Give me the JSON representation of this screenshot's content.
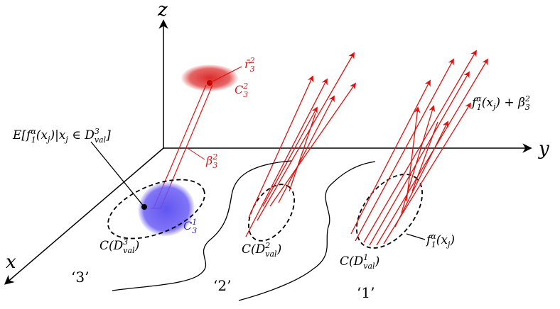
{
  "colors": {
    "vector": "#e01010",
    "cluster_red": "#dc3232",
    "cluster_blue": "#5a4cf0",
    "axis": "#000000",
    "label_red": "#d21a1a",
    "label_blue": "#2a20d8"
  },
  "axes": {
    "x": "x",
    "y": "y",
    "z": "z"
  },
  "labels": {
    "expectation": {
      "main": "E[f",
      "sup": "α",
      "sub1": "1",
      "rest": "(x",
      "j": "j",
      "mid": ")|x",
      "j2": "j",
      "in": " ∈ D",
      "sup3": "3",
      "val": "val",
      "close": "]"
    },
    "r32": {
      "main": "r̄",
      "sup": "2",
      "sub": "3"
    },
    "C32": {
      "main": "C",
      "sup": "2",
      "sub": "3"
    },
    "beta32": {
      "main": "β",
      "sup": "2",
      "sub": "3"
    },
    "C31": {
      "main": "C",
      "sup": "1",
      "sub": "3"
    },
    "f_plus_beta": {
      "f": "f",
      "sup": "α",
      "sub": "1",
      "rest": "(x",
      "j": "j",
      "plus": ") + β",
      "bsup": "2",
      "bsub": "3"
    },
    "f_xj": {
      "f": "f",
      "sup": "α",
      "sub": "1",
      "rest": "(x",
      "j": "j",
      "close": ")"
    },
    "CD3": {
      "main": "C(D",
      "sup": "3",
      "sub": "val",
      "close": ")"
    },
    "CD2": {
      "main": "C(D",
      "sup": "2",
      "sub": "val",
      "close": ")"
    },
    "CD1": {
      "main": "C(D",
      "sup": "1",
      "sub": "val",
      "close": ")"
    },
    "group3": "‘3’",
    "group2": "‘2’",
    "group1": "‘1’"
  }
}
